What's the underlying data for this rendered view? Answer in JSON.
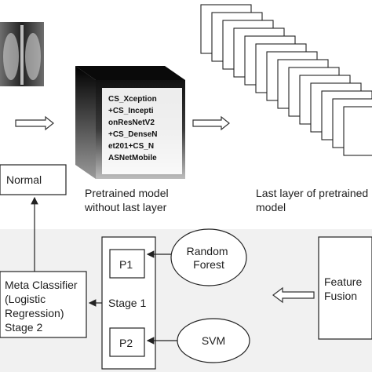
{
  "nodes": {
    "pretrained_box": {
      "lines": [
        "CS_Xception",
        "+CS_Incepti",
        "onResNetV2",
        "+CS_DenseN",
        "et201+CS_N",
        "ASNetMobile"
      ]
    },
    "normal": {
      "label": "Normal"
    },
    "p1": {
      "label": "P1"
    },
    "p2": {
      "label": "P2"
    },
    "stage1": {
      "label": "Stage 1"
    },
    "random_forest": {
      "lines": [
        "Random",
        "Forest"
      ]
    },
    "svm": {
      "label": "SVM"
    },
    "feature_fusion": {
      "lines": [
        "Feature",
        "Fusion"
      ]
    },
    "meta_classifier": {
      "lines": [
        "Meta Classifier",
        "(Logistic",
        "Regression)",
        "Stage 2"
      ]
    }
  },
  "captions": {
    "pretrained": [
      "Pretrained model",
      "without last layer"
    ],
    "last_layer": [
      "Last layer of pretrained",
      "model"
    ]
  },
  "colors": {
    "stroke": "#222222",
    "box_dark": "#1f1f1f",
    "box_light": "#bdbdbd",
    "arrow_outline": "#333333"
  }
}
